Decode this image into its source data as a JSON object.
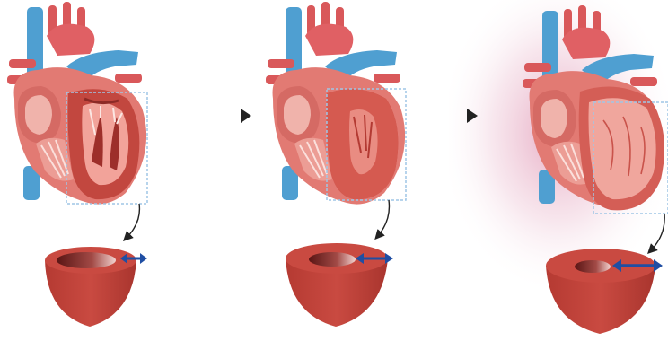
{
  "diagram": {
    "panels": [
      {
        "name": "panel-normal-heart",
        "wall_thickness": 1
      },
      {
        "name": "panel-concentric-hypertrophy",
        "wall_thickness": 2
      },
      {
        "name": "panel-eccentric-dilated",
        "wall_thickness": 3
      }
    ],
    "colors": {
      "artery_red": "#d9585a",
      "vein_blue": "#4f9fd1",
      "muscle_red": "#c2473f",
      "muscle_light": "#e88f86",
      "chamber_pink": "#f3b3ab",
      "dashed_box": "#9fc6e6",
      "wall_arrow_blue": "#1f4ea3",
      "flow_arrow": "#222222",
      "glow": "#c9457a"
    },
    "icons": [
      "heart-anatomy-icon",
      "ventricle-cup-icon",
      "wall-thickness-arrow-icon",
      "progression-arrow-icon",
      "magnifier-box-icon"
    ]
  }
}
